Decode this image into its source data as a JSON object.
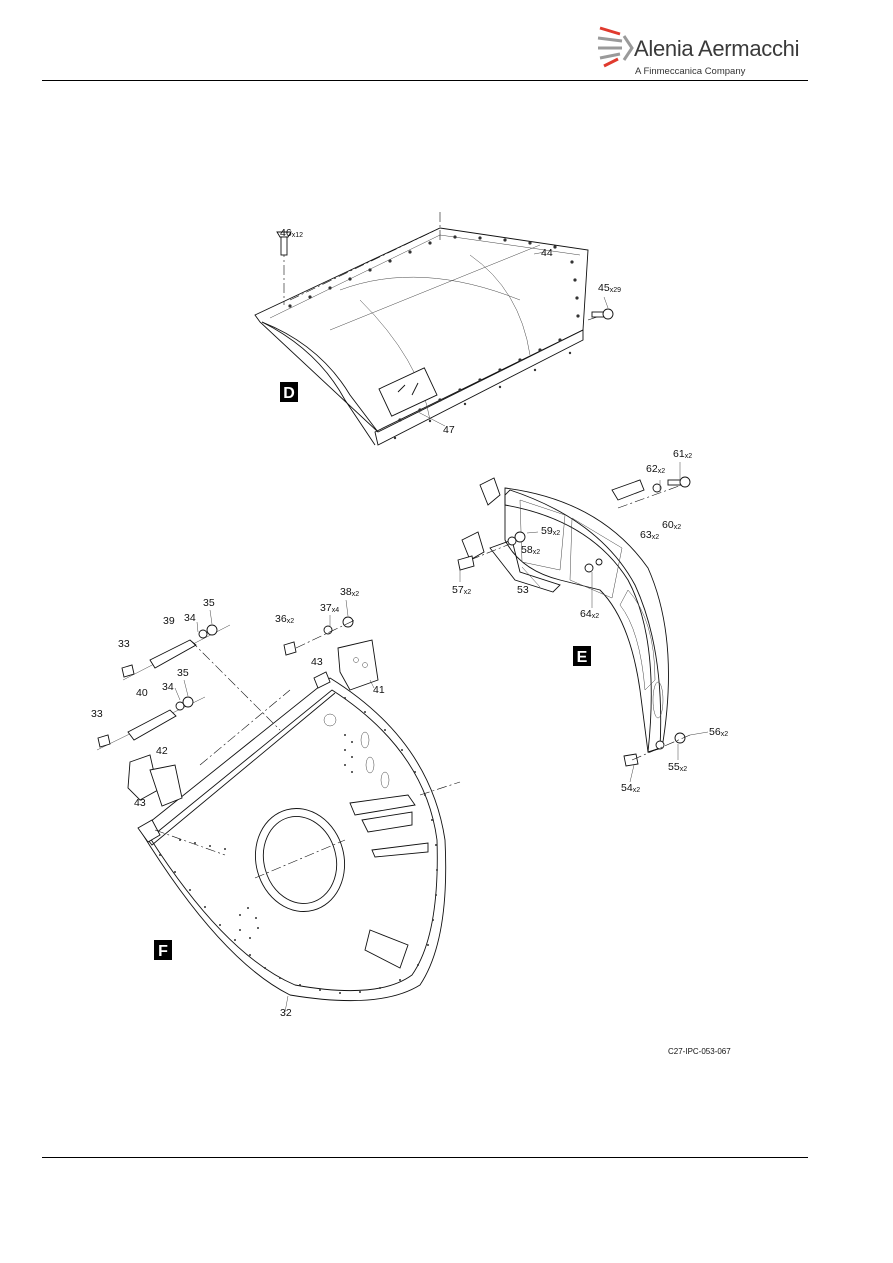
{
  "header": {
    "brand": "Alenia Aermacchi",
    "tagline": "A Finmeccanica Company"
  },
  "figure_ref": "C27-IPC-053-067",
  "views": [
    "D",
    "E",
    "F"
  ],
  "callouts": [
    {
      "id": "46",
      "qty": "x12"
    },
    {
      "id": "44",
      "qty": ""
    },
    {
      "id": "45",
      "qty": "x29"
    },
    {
      "id": "47",
      "qty": ""
    },
    {
      "id": "61",
      "qty": "x2"
    },
    {
      "id": "62",
      "qty": "x2"
    },
    {
      "id": "60",
      "qty": "x2"
    },
    {
      "id": "63",
      "qty": "x2"
    },
    {
      "id": "59",
      "qty": "x2"
    },
    {
      "id": "58",
      "qty": "x2"
    },
    {
      "id": "57",
      "qty": "x2"
    },
    {
      "id": "53",
      "qty": ""
    },
    {
      "id": "64",
      "qty": "x2"
    },
    {
      "id": "56",
      "qty": "x2"
    },
    {
      "id": "55",
      "qty": "x2"
    },
    {
      "id": "54",
      "qty": "x2"
    },
    {
      "id": "35",
      "qty": ""
    },
    {
      "id": "34",
      "qty": ""
    },
    {
      "id": "39",
      "qty": ""
    },
    {
      "id": "33",
      "qty": ""
    },
    {
      "id": "38",
      "qty": "x2"
    },
    {
      "id": "37",
      "qty": "x4"
    },
    {
      "id": "36",
      "qty": "x2"
    },
    {
      "id": "43",
      "qty": ""
    },
    {
      "id": "41",
      "qty": ""
    },
    {
      "id": "35",
      "qty": ""
    },
    {
      "id": "34",
      "qty": ""
    },
    {
      "id": "40",
      "qty": ""
    },
    {
      "id": "33",
      "qty": ""
    },
    {
      "id": "42",
      "qty": ""
    },
    {
      "id": "43",
      "qty": ""
    },
    {
      "id": "32",
      "qty": ""
    }
  ]
}
